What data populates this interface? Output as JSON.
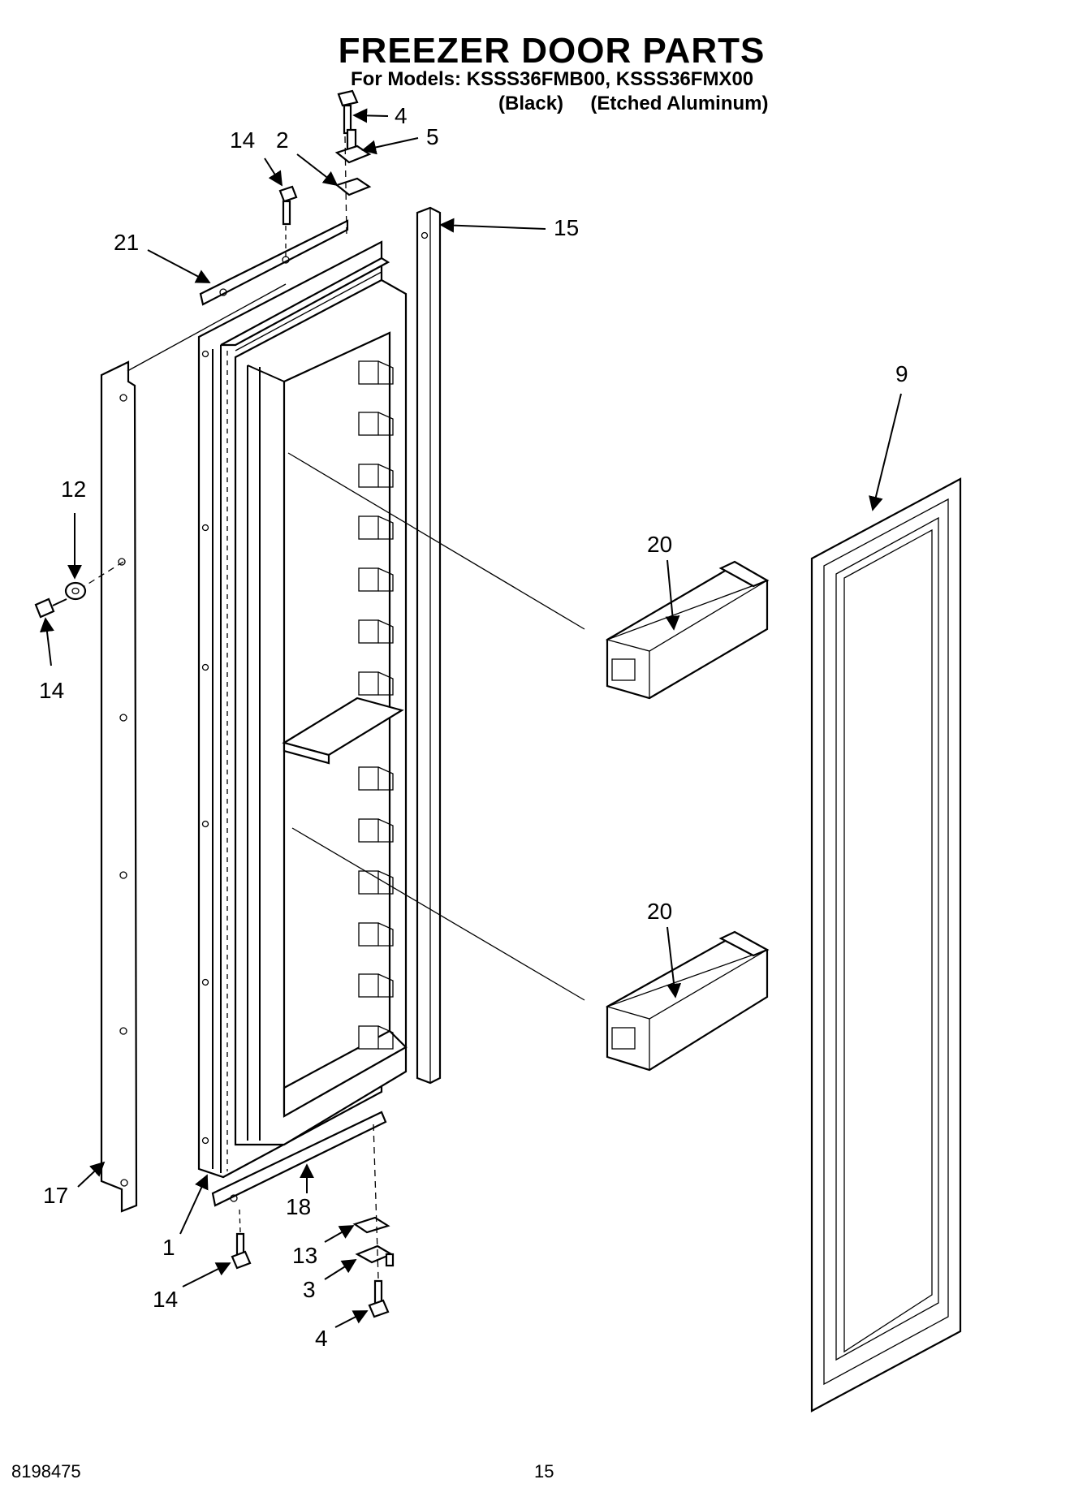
{
  "header": {
    "title": "FREEZER DOOR PARTS",
    "models": "For Models: KSSS36FMB00, KSSS36FMX00",
    "variant_black": "(Black)",
    "variant_aluminum": "(Etched Aluminum)"
  },
  "callouts": {
    "c4_top": "4",
    "c5": "5",
    "c14_top": "14",
    "c2": "2",
    "c15": "15",
    "c21": "21",
    "c9": "9",
    "c12": "12",
    "c14_left": "14",
    "c20_upper": "20",
    "c20_lower": "20",
    "c17": "17",
    "c18": "18",
    "c1": "1",
    "c13": "13",
    "c3": "3",
    "c14_bottom": "14",
    "c4_bottom": "4"
  },
  "footer": {
    "doc_number": "8198475",
    "page_number": "15"
  }
}
